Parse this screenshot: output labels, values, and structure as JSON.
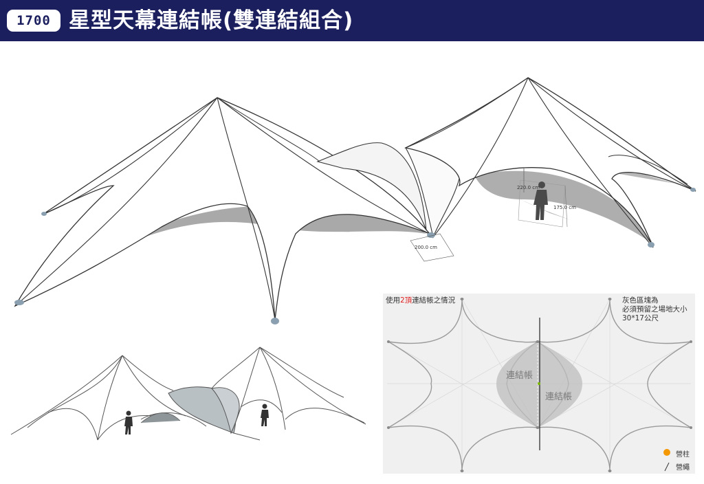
{
  "header": {
    "badge": "1700",
    "title": "星型天幕連結帳(雙連結組合)"
  },
  "dimensions": {
    "d1": "200.0 cm",
    "d2": "220.0 cm",
    "d3": "175.0 cm"
  },
  "plan": {
    "caption_prefix": "使用",
    "caption_highlight": "2頂",
    "caption_suffix": "連結帳之情況",
    "note_lines": [
      "灰色區塊為",
      "必須預留之場地大小",
      "30*17公尺"
    ],
    "connector_label_1": "連結帳",
    "connector_label_2": "連結帳",
    "legend": [
      {
        "icon": "orange-dot",
        "label": "營柱"
      },
      {
        "icon": "slash-line",
        "label": "營繩"
      }
    ]
  },
  "colors": {
    "header_bg": "#1b1f5e",
    "highlight": "#e02020",
    "pole_marker": "#f39800",
    "panel_bg": "#f0f0f0"
  }
}
